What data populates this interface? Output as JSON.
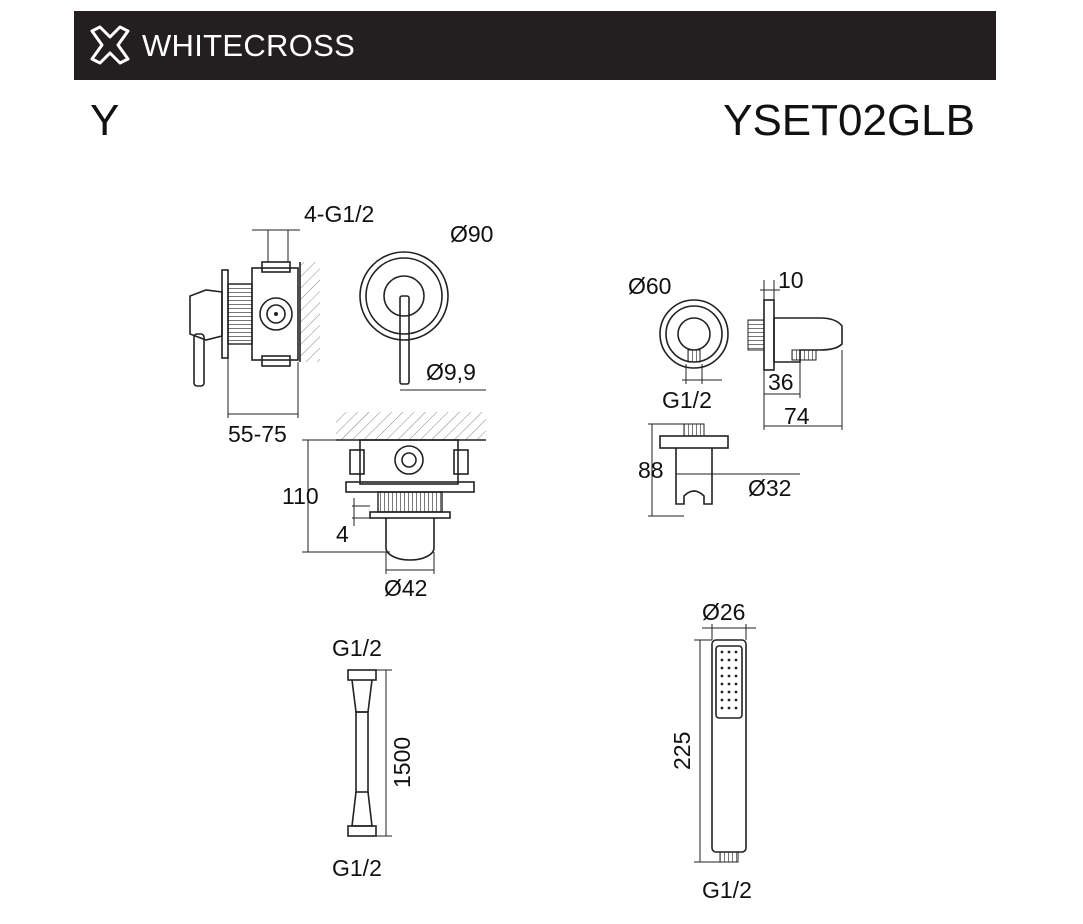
{
  "header": {
    "brand": "WHITECROSS",
    "logo_icon": "whitecross-x-logo-icon",
    "background": "#231f20"
  },
  "title": {
    "series": "Y",
    "model": "YSET02GLB"
  },
  "mixer": {
    "inlets": "4-G1/2",
    "plate_diameter": "Ø90",
    "handle_diameter": "Ø9,9",
    "depth": "55-75",
    "height": "110",
    "offset": "4",
    "body_diameter": "Ø42"
  },
  "outlet": {
    "diameter": "Ø60",
    "thread": "G1/2",
    "depth_top": "10",
    "depth_inner": "36",
    "depth_total": "74",
    "height": "88",
    "holder_diameter": "Ø32"
  },
  "hose": {
    "thread_top": "G1/2",
    "length": "1500",
    "thread_bottom": "G1/2"
  },
  "hand_shower": {
    "diameter": "Ø26",
    "length": "225",
    "thread": "G1/2"
  }
}
